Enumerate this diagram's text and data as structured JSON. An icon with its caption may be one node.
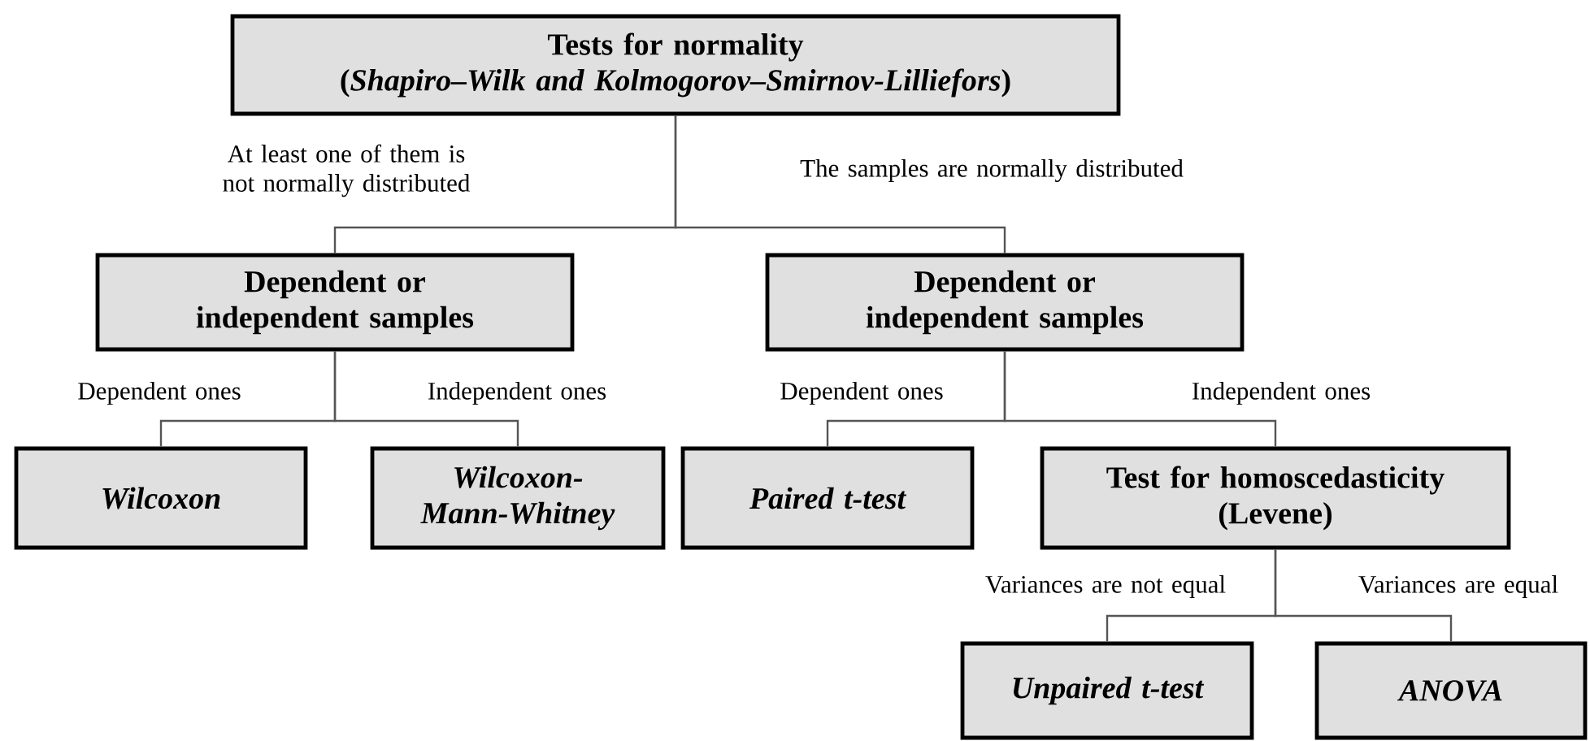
{
  "diagram": {
    "nodes": [
      {
        "text": [
          "Tests for normality",
          "(*Shapiro–Wilk and Kolmogorov–Smirnov-Lilliefors*)"
        ]
      },
      {
        "text": [
          "Dependent or independent samples"
        ]
      },
      {
        "text": [
          "Dependent or independent samples"
        ]
      },
      {
        "text": [
          "Wilcoxon"
        ]
      },
      {
        "text": [
          "Wilcoxon-Mann-Whitney"
        ]
      },
      {
        "text": [
          "Paired t-test"
        ]
      },
      {
        "text": [
          "Test for homoscedasticity (Levene)"
        ]
      },
      {
        "text": [
          "Unpaired t-test"
        ]
      },
      {
        "text": [
          "ANOVA"
        ]
      }
    ],
    "edges": [
      {
        "from": 0,
        "to": 1,
        "arrow": "none",
        "label": "At least one of them is not normally distributed"
      },
      {
        "from": 0,
        "to": 2,
        "arrow": "none",
        "label": "The samples are normally distributed"
      },
      {
        "from": 1,
        "to": 3,
        "arrow": "none",
        "label": "Dependent ones"
      },
      {
        "from": 1,
        "to": 4,
        "arrow": "none",
        "label": "Independent ones"
      },
      {
        "from": 2,
        "to": 5,
        "arrow": "none",
        "label": "Dependent ones"
      },
      {
        "from": 2,
        "to": 6,
        "arrow": "none",
        "label": "Independent ones"
      },
      {
        "from": 6,
        "to": 7,
        "arrow": "none",
        "label": "Variances are not equal"
      },
      {
        "from": 6,
        "to": 8,
        "arrow": "none",
        "label": "Variances are equal"
      }
    ]
  }
}
